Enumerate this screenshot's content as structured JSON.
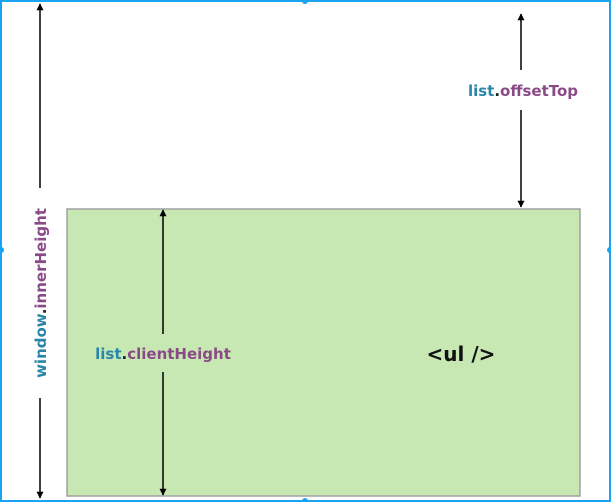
{
  "labels": {
    "window_inner_height": {
      "object": "window",
      "dot": ".",
      "property": "innerHeight"
    },
    "list_offset_top": {
      "object": "list",
      "dot": ".",
      "property": "offsetTop"
    },
    "list_client_height": {
      "object": "list",
      "dot": ".",
      "property": "clientHeight"
    },
    "element": "<ul />"
  },
  "colors": {
    "object": "#2a86a8",
    "property": "#8a4a88",
    "list_fill": "#c8e8b3",
    "frame": "#1aa3f0"
  }
}
